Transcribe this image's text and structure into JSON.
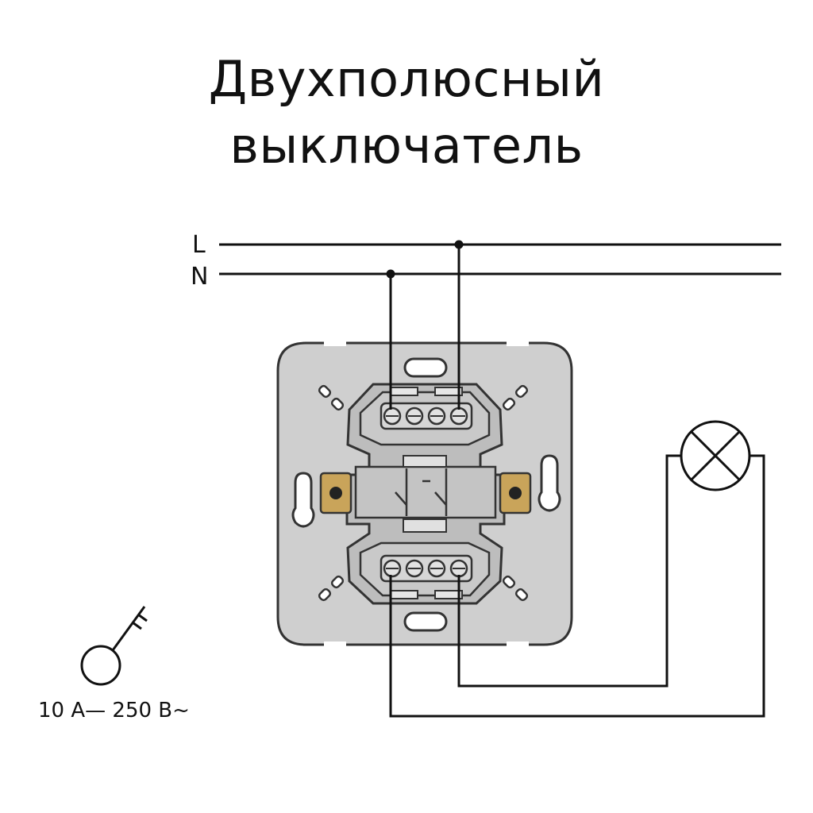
{
  "title": {
    "line1": "Двухполюсный",
    "line2": "выключатель"
  },
  "lines": {
    "live": "L",
    "neutral": "N"
  },
  "rating": "10 A— 250 B~",
  "icons": {
    "switch_symbol": "key-switch-icon",
    "lamp_symbol": "lamp-icon",
    "device": "two-pole-switch-mechanism"
  },
  "colors": {
    "wire": "#111111",
    "plate": "#cfcfcf",
    "plate_stroke": "#333333",
    "screw_terminal": "#c9a45a",
    "body": "#bdbdbd"
  }
}
